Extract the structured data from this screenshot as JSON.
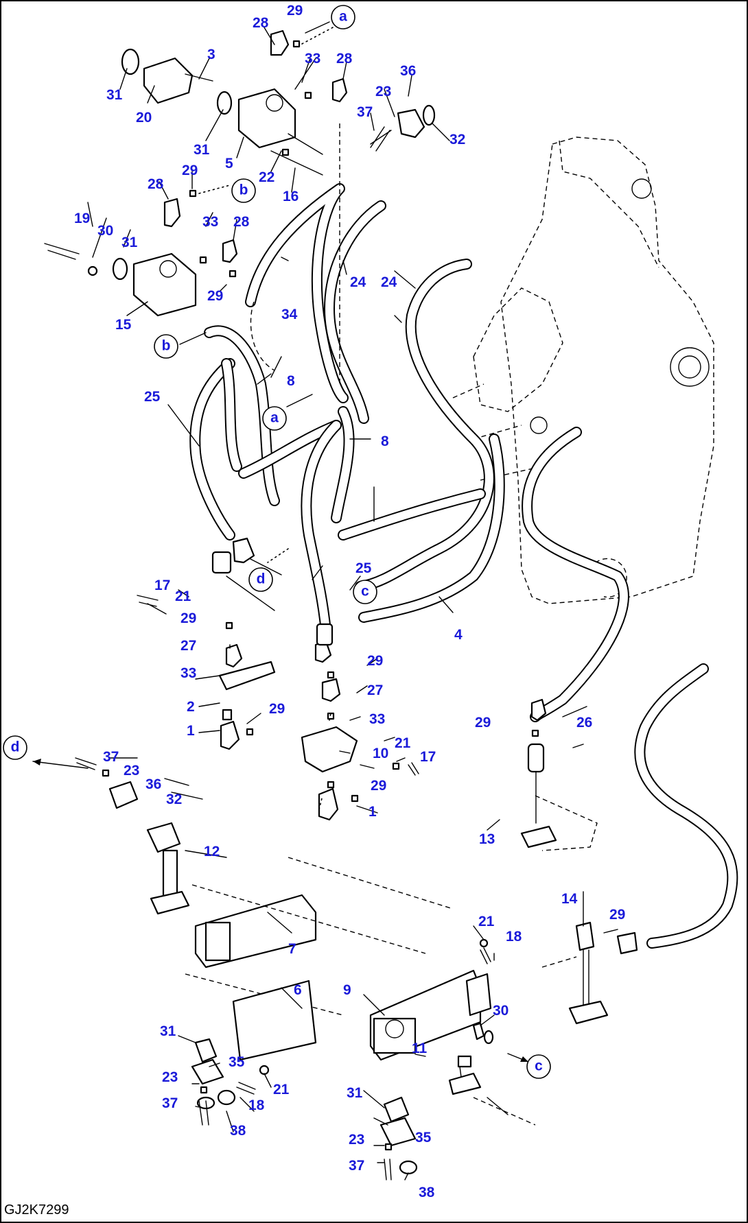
{
  "drawing_code": "GJ2K7299",
  "references": [
    "a",
    "b",
    "c",
    "d"
  ],
  "callout_numbers": [
    "1",
    "2",
    "3",
    "4",
    "5",
    "6",
    "7",
    "8",
    "9",
    "10",
    "11",
    "12",
    "13",
    "14",
    "15",
    "16",
    "17",
    "18",
    "19",
    "20",
    "21",
    "22",
    "23",
    "24",
    "25",
    "26",
    "27",
    "28",
    "29",
    "30",
    "31",
    "32",
    "33",
    "34",
    "35",
    "36",
    "37",
    "38"
  ]
}
